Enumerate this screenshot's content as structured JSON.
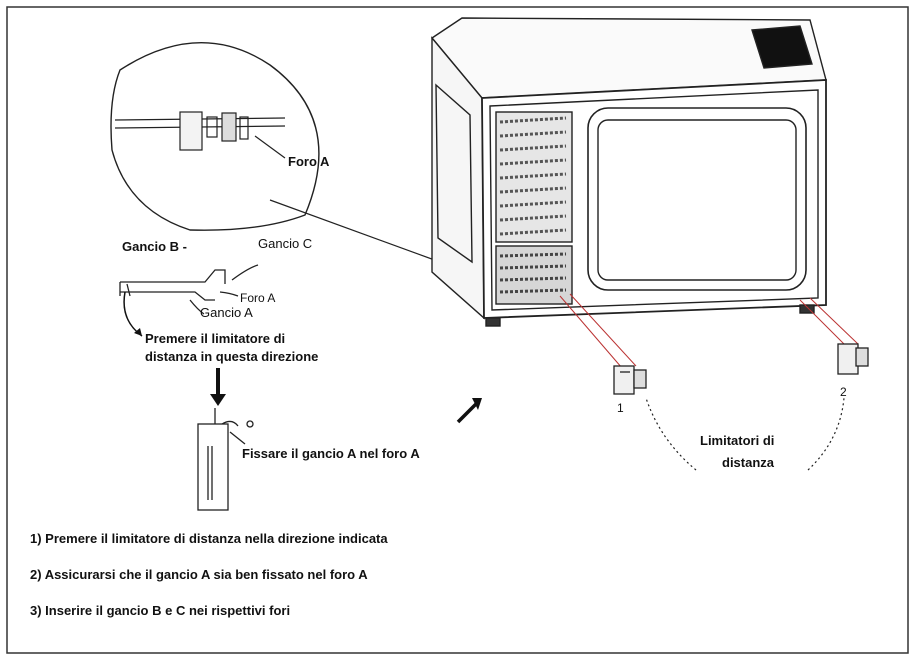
{
  "detail": {
    "foro_a_callout": "Foro A",
    "gancio_b": "Gancio B -",
    "gancio_c": "Gancio C",
    "foro_a": "Foro A",
    "gancio_a": "Gancio A",
    "press_direction": [
      "Premere il limitatore di",
      "distanza in questa direzione"
    ],
    "fix_hook": "Fissare il gancio A nel foro A"
  },
  "oven": {
    "stopper_numbers": [
      "1",
      "2"
    ],
    "stoppers_label": [
      "Limitatori di",
      "distanza"
    ]
  },
  "steps": [
    "1) Premere il limitatore di distanza nella direzione indicata",
    "2) Assicurarsi che il gancio A sia ben fissato nel foro A",
    "3) Inserire il gancio B e C nei rispettivi fori"
  ]
}
